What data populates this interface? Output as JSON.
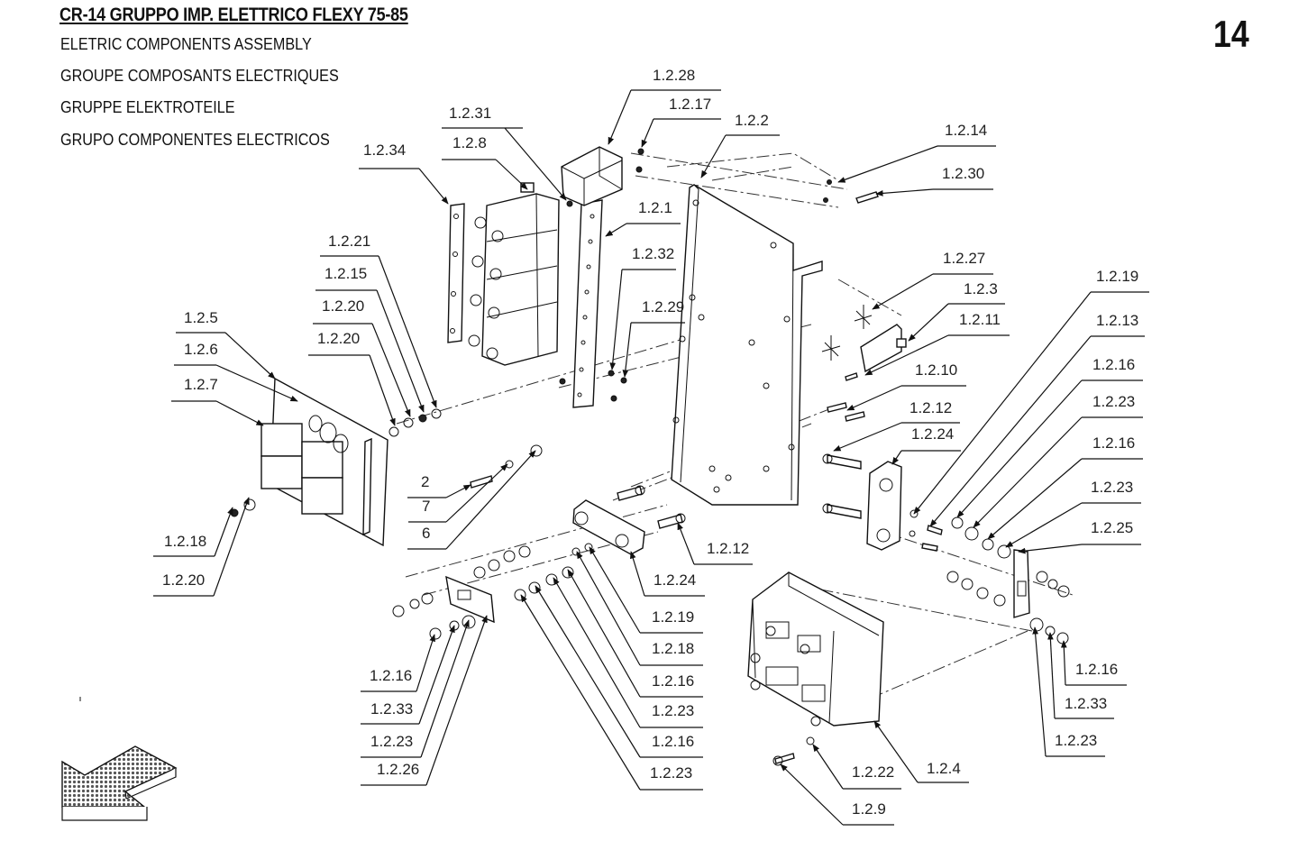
{
  "header": {
    "title": "CR-14 GRUPPO IMP. ELETTRICO FLEXY 75-85",
    "subtitles": [
      "ELETRIC COMPONENTS ASSEMBLY",
      "GROUPE COMPOSANTS ELECTRIQUES",
      "GRUPPE ELEKTROTEILE",
      "GRUPO COMPONENTES ELECTRICOS"
    ],
    "page_number": "14"
  },
  "callouts": [
    {
      "id": "c-1-2-28",
      "text": "1.2.28"
    },
    {
      "id": "c-1-2-17",
      "text": "1.2.17"
    },
    {
      "id": "c-1-2-2",
      "text": "1.2.2"
    },
    {
      "id": "c-1-2-31",
      "text": "1.2.31"
    },
    {
      "id": "c-1-2-8",
      "text": "1.2.8"
    },
    {
      "id": "c-1-2-34",
      "text": "1.2.34"
    },
    {
      "id": "c-1-2-1",
      "text": "1.2.1"
    },
    {
      "id": "c-1-2-32",
      "text": "1.2.32"
    },
    {
      "id": "c-1-2-29",
      "text": "1.2.29"
    },
    {
      "id": "c-1-2-14",
      "text": "1.2.14"
    },
    {
      "id": "c-1-2-30",
      "text": "1.2.30"
    },
    {
      "id": "c-1-2-27",
      "text": "1.2.27"
    },
    {
      "id": "c-1-2-3",
      "text": "1.2.3"
    },
    {
      "id": "c-1-2-11",
      "text": "1.2.11"
    },
    {
      "id": "c-1-2-10",
      "text": "1.2.10"
    },
    {
      "id": "c-1-2-12a",
      "text": "1.2.12"
    },
    {
      "id": "c-1-2-24a",
      "text": "1.2.24"
    },
    {
      "id": "c-1-2-19a",
      "text": "1.2.19"
    },
    {
      "id": "c-1-2-13",
      "text": "1.2.13"
    },
    {
      "id": "c-1-2-16a",
      "text": "1.2.16"
    },
    {
      "id": "c-1-2-23a",
      "text": "1.2.23"
    },
    {
      "id": "c-1-2-16b",
      "text": "1.2.16"
    },
    {
      "id": "c-1-2-23b",
      "text": "1.2.23"
    },
    {
      "id": "c-1-2-25",
      "text": "1.2.25"
    },
    {
      "id": "c-1-2-21",
      "text": "1.2.21"
    },
    {
      "id": "c-1-2-15",
      "text": "1.2.15"
    },
    {
      "id": "c-1-2-20a",
      "text": "1.2.20"
    },
    {
      "id": "c-1-2-20b",
      "text": "1.2.20"
    },
    {
      "id": "c-1-2-5",
      "text": "1.2.5"
    },
    {
      "id": "c-1-2-6",
      "text": "1.2.6"
    },
    {
      "id": "c-1-2-7",
      "text": "1.2.7"
    },
    {
      "id": "c-1-2-18a",
      "text": "1.2.18"
    },
    {
      "id": "c-1-2-20c",
      "text": "1.2.20"
    },
    {
      "id": "c-2",
      "text": "2"
    },
    {
      "id": "c-7",
      "text": "7"
    },
    {
      "id": "c-6",
      "text": "6"
    },
    {
      "id": "c-1-2-12b",
      "text": "1.2.12"
    },
    {
      "id": "c-1-2-24b",
      "text": "1.2.24"
    },
    {
      "id": "c-1-2-19b",
      "text": "1.2.19"
    },
    {
      "id": "c-1-2-18b",
      "text": "1.2.18"
    },
    {
      "id": "c-1-2-16c",
      "text": "1.2.16"
    },
    {
      "id": "c-1-2-23c",
      "text": "1.2.23"
    },
    {
      "id": "c-1-2-16d",
      "text": "1.2.16"
    },
    {
      "id": "c-1-2-23d",
      "text": "1.2.23"
    },
    {
      "id": "c-1-2-16e",
      "text": "1.2.16"
    },
    {
      "id": "c-1-2-33a",
      "text": "1.2.33"
    },
    {
      "id": "c-1-2-23e",
      "text": "1.2.23"
    },
    {
      "id": "c-1-2-26",
      "text": "1.2.26"
    },
    {
      "id": "c-1-2-16f",
      "text": "1.2.16"
    },
    {
      "id": "c-1-2-33b",
      "text": "1.2.33"
    },
    {
      "id": "c-1-2-23f",
      "text": "1.2.23"
    },
    {
      "id": "c-1-2-22",
      "text": "1.2.22"
    },
    {
      "id": "c-1-2-4",
      "text": "1.2.4"
    },
    {
      "id": "c-1-2-9",
      "text": "1.2.9"
    }
  ],
  "icons": {
    "direction_arrow": "hatched-direction-arrow-icon"
  }
}
